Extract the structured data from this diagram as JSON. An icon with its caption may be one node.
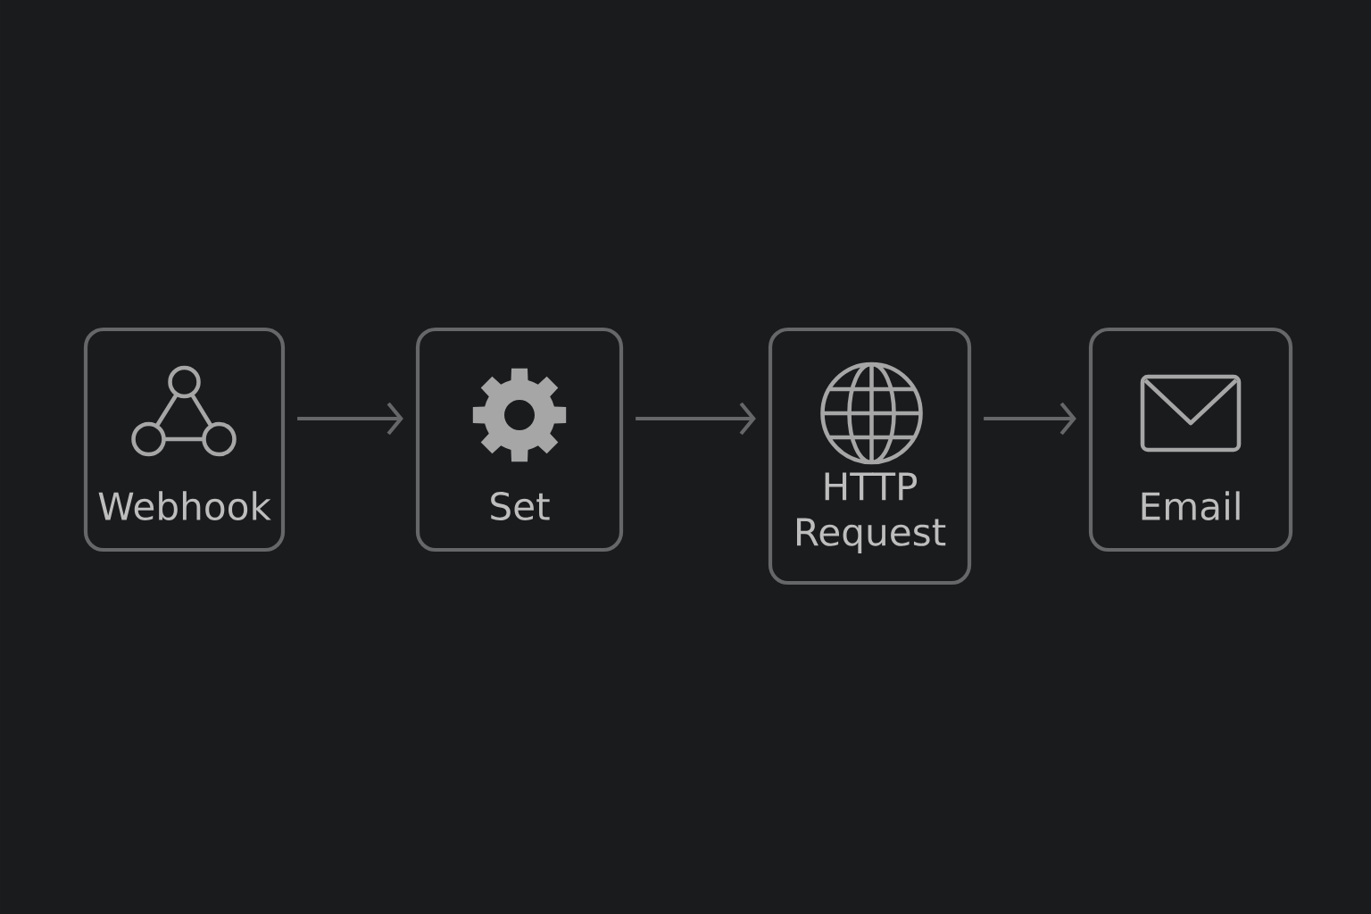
{
  "diagram": {
    "nodes": [
      {
        "text": [
          "Webhook"
        ]
      },
      {
        "text": [
          "Set"
        ]
      },
      {
        "text": [
          "HTTP Request"
        ]
      },
      {
        "text": [
          "Email"
        ]
      }
    ],
    "edges": [
      {
        "from": 0,
        "to": 1,
        "arrow": "to"
      },
      {
        "from": 1,
        "to": 2,
        "arrow": "to"
      },
      {
        "from": 2,
        "to": 3,
        "arrow": "to"
      }
    ]
  }
}
